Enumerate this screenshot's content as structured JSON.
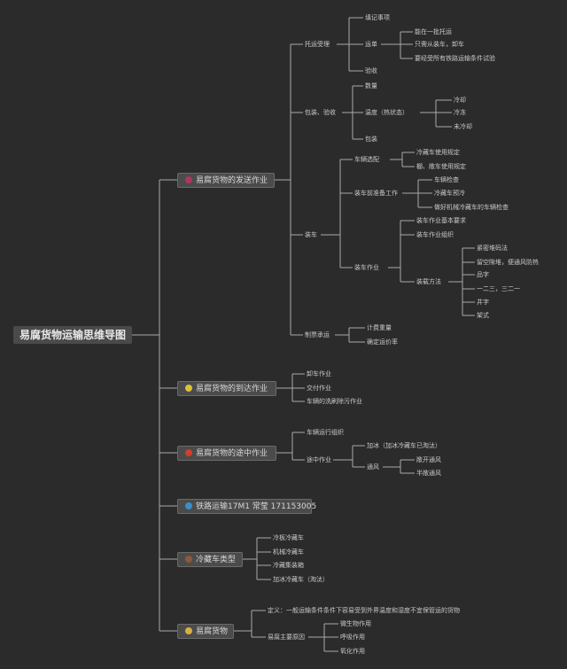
{
  "root": "易腐货物运输思维导图",
  "main": [
    {
      "label": "易腐货物的发送作业",
      "icon": "heart-icon",
      "color": "#b0365e"
    },
    {
      "label": "易腐货物的到达作业",
      "icon": "diamond-icon",
      "color": "#d8c23a"
    },
    {
      "label": "易腐货物的途中作业",
      "icon": "burst-icon",
      "color": "#d0402a"
    },
    {
      "label": "铁路运输17M1 常莹 171153005",
      "icon": "globe-icon",
      "color": "#3a8fc8"
    },
    {
      "label": "冷藏车类型",
      "icon": "gift-icon",
      "color": "#8a5a3a"
    },
    {
      "label": "易腐货物",
      "icon": "badge-icon",
      "color": "#d8b040"
    }
  ],
  "send": {
    "tuoyun": "托运受理",
    "weitu": "运单",
    "tianji": "填记事项",
    "wa": "能在一批托运",
    "wb": "只需从装车，卸车",
    "wc": "要经受所有铁路运输条件试验",
    "yanshou": "验收",
    "bz": "包装、验收",
    "bz_a": "数量",
    "bz_b": "温度（热状态）",
    "bz_c": "冷却",
    "bz_d": "冷冻",
    "bz_e": "未冷却",
    "bz_f": "包装",
    "zc": "装车",
    "cl": "车辆选配",
    "cl_a": "冷藏车使用规定",
    "cl_b": "棚、敞车使用规定",
    "zq": "装车前准备工作",
    "zq_a": "车辆检查",
    "zq_b": "冷藏车预冷",
    "zq_c": "做好机械冷藏车的车辆检查",
    "zcz": "装车作业",
    "zcz_a": "装车作业基本要求",
    "zcz_b": "装车作业组织",
    "zf": "装载方法",
    "zf_a": "紧密堆码法",
    "zf_b": "留空隙堆，便通风防热",
    "zf_c": "品字",
    "zf_d": "一二三，三二一",
    "zf_e": "井字",
    "zf_f": "架式",
    "jw": "制票承运",
    "jw_a": "计费重量",
    "jw_b": "确定运价率"
  },
  "arrive": [
    "卸车作业",
    "交付作业",
    "车辆的洗刷除污作业"
  ],
  "mid": {
    "a": "车辆运行组织",
    "b": "途中作业",
    "c": "加冰（加冰冷藏车已淘汰）",
    "d": "通风",
    "e": "敞开通风",
    "f": "半敞通风"
  },
  "types": [
    "冷板冷藏车",
    "机械冷藏车",
    "冷藏集装箱",
    "加冰冷藏车（淘汰）"
  ],
  "goods": {
    "def": "定义：一般运输条件条件下容易受到外界温度和湿度不宜保管运的货物",
    "f": "易腐主要原因",
    "a": "微生物作用",
    "b": "呼吸作用",
    "c": "氧化作用"
  }
}
